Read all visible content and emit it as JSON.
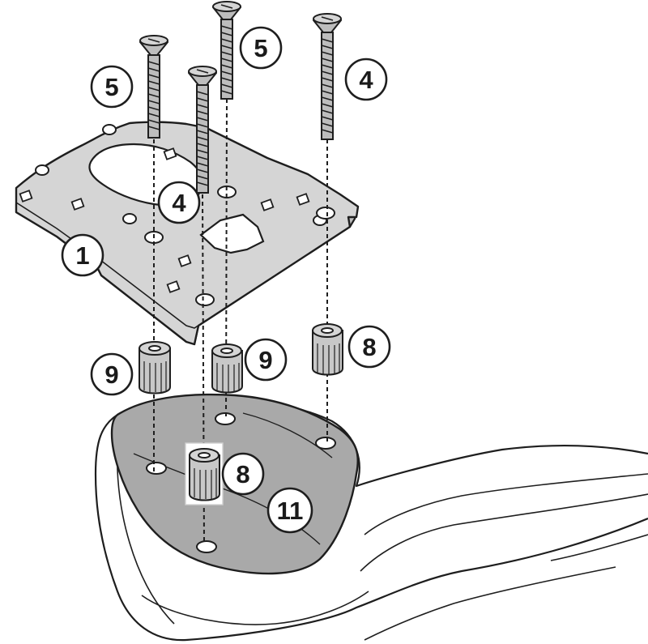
{
  "callouts": {
    "c1": "1",
    "c4a": "4",
    "c4b": "4",
    "c5a": "5",
    "c5b": "5",
    "c8a": "8",
    "c8b": "8",
    "c9a": "9",
    "c9b": "9",
    "c11": "11"
  },
  "colors": {
    "line": "#1e1e1e",
    "plate": "#d5d5d5",
    "hardware": "#bdbdbd",
    "spacer": "#c8c8c8",
    "seat": "#ffffff",
    "bracket": "#a9a9a9"
  }
}
